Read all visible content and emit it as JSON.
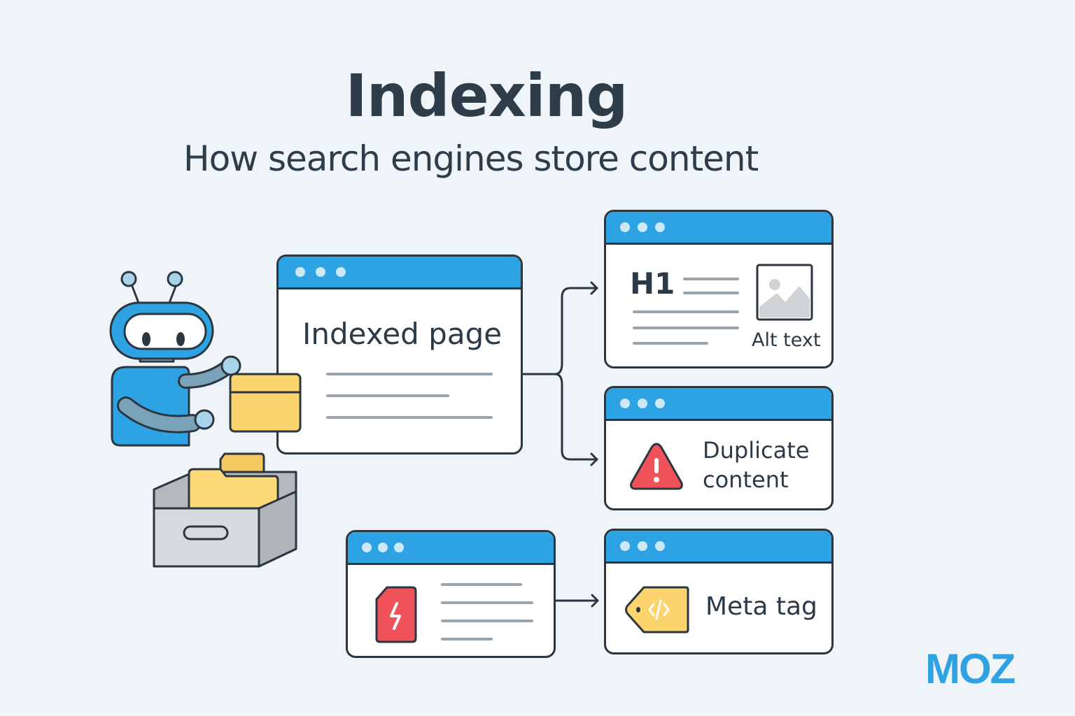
{
  "header": {
    "title": "Indexing",
    "subtitle": "How search engines store content"
  },
  "nodes": {
    "indexed_page": {
      "label": "Indexed page",
      "icon": "text-lines"
    },
    "h1_page": {
      "heading_label": "H1",
      "image_caption": "Alt text",
      "icon": "image-icon"
    },
    "duplicate_page": {
      "label_line1": "Duplicate",
      "label_line2": "content",
      "icon": "warning-triangle-icon"
    },
    "amp_page": {
      "icon": "lightning-document-icon"
    },
    "meta_page": {
      "label": "Meta tag",
      "icon": "code-tag-icon"
    }
  },
  "illustration": {
    "robot": "robot-crawler-icon",
    "folder": "folder-icon",
    "file_box": "file-drawer-icon"
  },
  "edges": [
    {
      "from": "indexed_page",
      "to": "h1_page"
    },
    {
      "from": "indexed_page",
      "to": "duplicate_page"
    },
    {
      "from": "amp_page",
      "to": "meta_page"
    }
  ],
  "brand": {
    "logo": "MOZ"
  },
  "colors": {
    "background": "#eff4f8",
    "accent_blue": "#2ea3e3",
    "outline": "#2b3640",
    "folder_yellow": "#fbd46d",
    "warning_red": "#f0525a",
    "text_dark": "#2f3d4a"
  }
}
